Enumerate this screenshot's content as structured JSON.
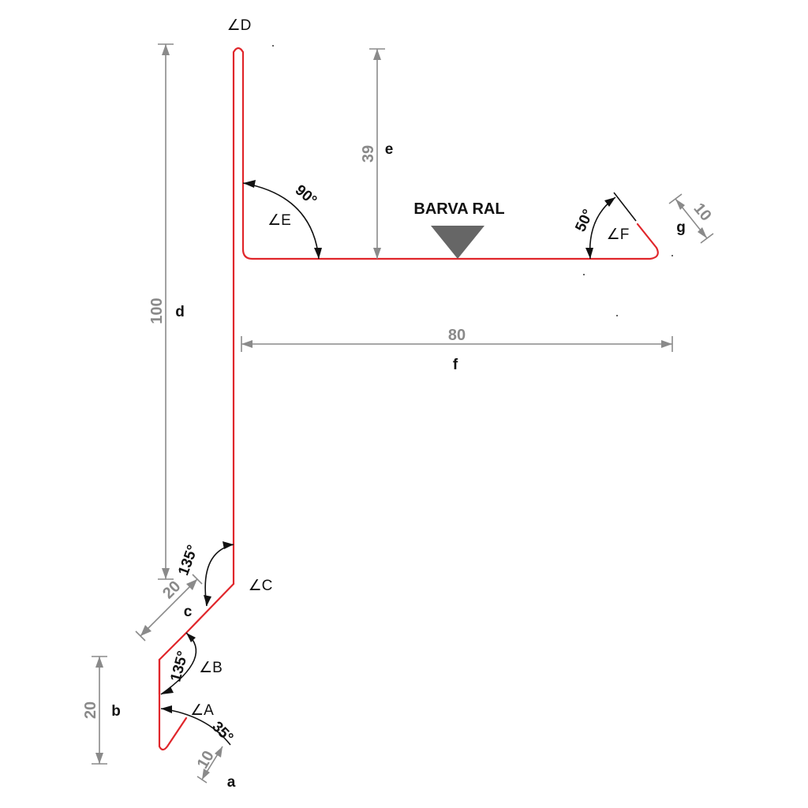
{
  "dimensions": {
    "a": {
      "letter": "a",
      "value": "10"
    },
    "b": {
      "letter": "b",
      "value": "20"
    },
    "c": {
      "letter": "c",
      "value": "20"
    },
    "d": {
      "letter": "d",
      "value": "100"
    },
    "e": {
      "letter": "e",
      "value": "39"
    },
    "f": {
      "letter": "f",
      "value": "80"
    },
    "g": {
      "letter": "g",
      "value": "10"
    }
  },
  "angles": {
    "A": {
      "label": "∠A",
      "value": "35°"
    },
    "B": {
      "label": "∠B",
      "value": "135°"
    },
    "C": {
      "label": "∠C",
      "value": "135°"
    },
    "D": {
      "label": "∠D"
    },
    "E": {
      "label": "∠E",
      "value": "90°"
    },
    "F": {
      "label": "∠F",
      "value": "50°"
    }
  },
  "color_marker": {
    "label": "BARVA RAL"
  },
  "colors": {
    "profile": "#e0262b",
    "dimension": "#8a8a8a",
    "annotation": "#111111",
    "marker": "#666666"
  }
}
